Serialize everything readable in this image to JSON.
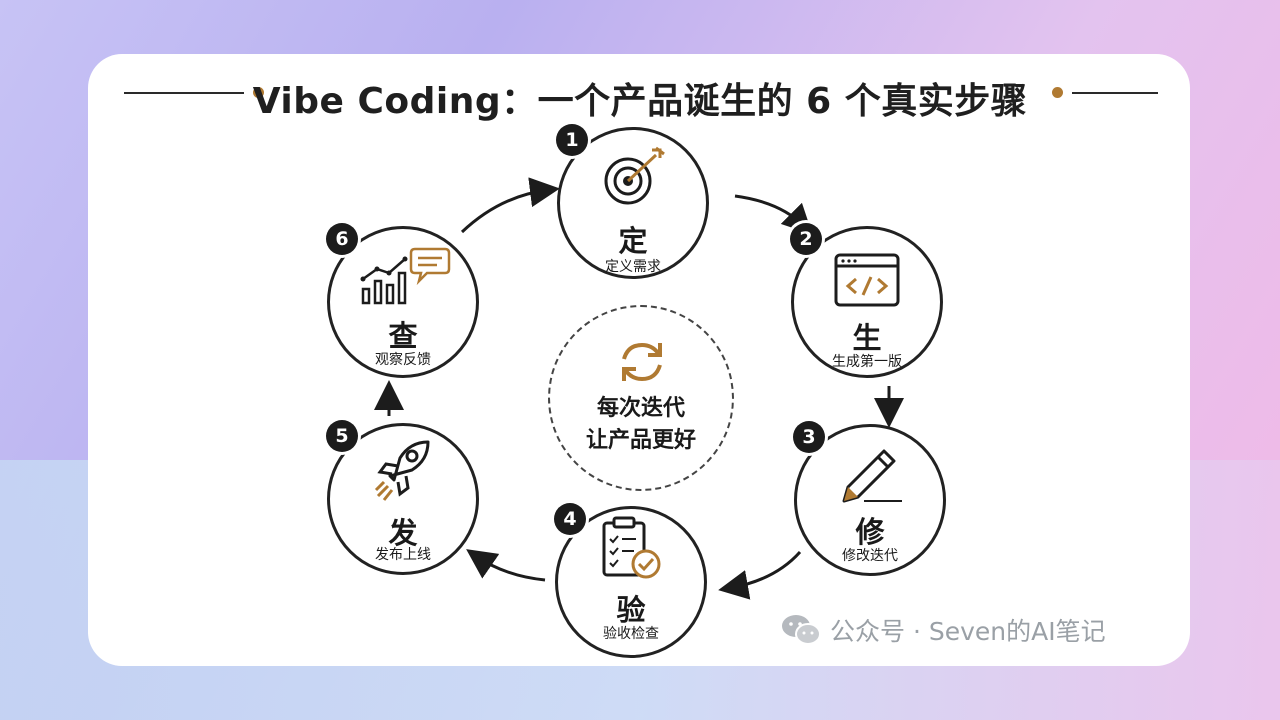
{
  "title": "Vibe Coding：一个产品诞生的 6 个真实步骤",
  "steps": [
    {
      "number": "1",
      "char": "定",
      "desc": "定义需求",
      "icon": "target-icon"
    },
    {
      "number": "2",
      "char": "生",
      "desc": "生成第一版",
      "icon": "code-window-icon"
    },
    {
      "number": "3",
      "char": "修",
      "desc": "修改迭代",
      "icon": "pencil-icon"
    },
    {
      "number": "4",
      "char": "验",
      "desc": "验收检查",
      "icon": "clipboard-check-icon"
    },
    {
      "number": "5",
      "char": "发",
      "desc": "发布上线",
      "icon": "rocket-icon"
    },
    {
      "number": "6",
      "char": "查",
      "desc": "观察反馈",
      "icon": "chart-feedback-icon"
    }
  ],
  "center": {
    "line1": "每次迭代",
    "line2": "让产品更好",
    "icon": "refresh-cycle-icon"
  },
  "watermark": {
    "text": "公众号 · Seven的AI笔记",
    "icon": "wechat-icon"
  },
  "colors": {
    "accent": "#b07a32",
    "ink": "#1c1c1c",
    "card": "#ffffff"
  }
}
